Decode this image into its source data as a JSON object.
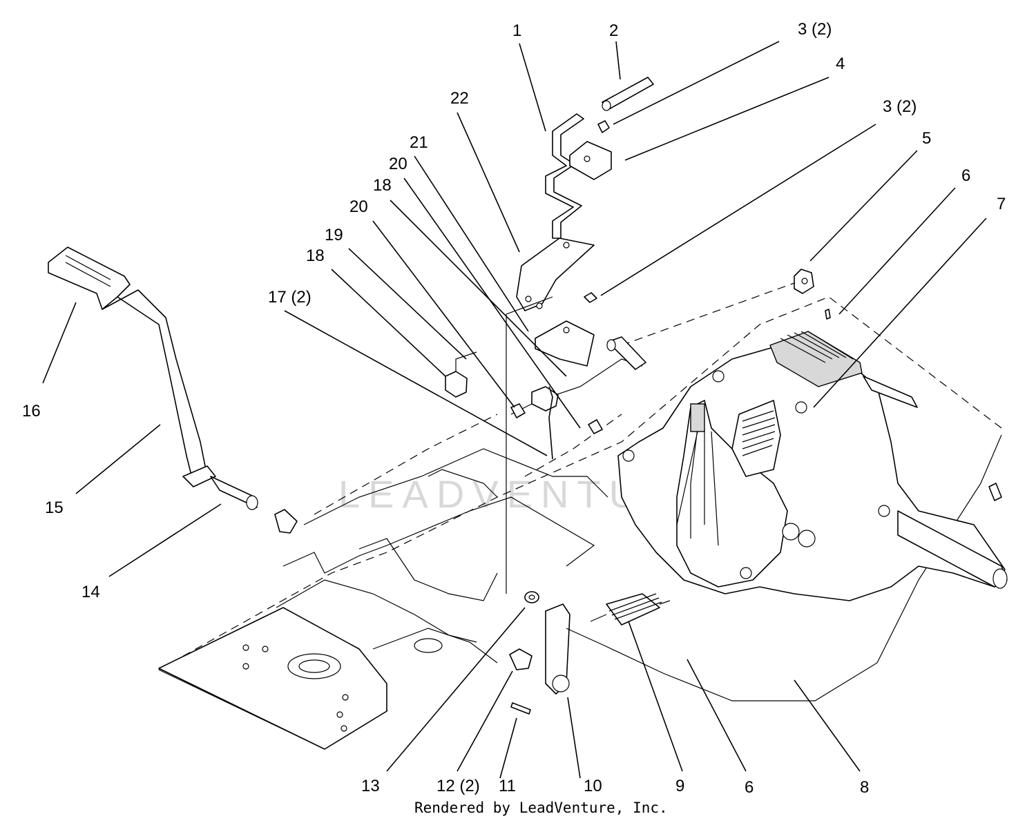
{
  "callouts": {
    "c1": "1",
    "c2": "2",
    "c3a": "3 (2)",
    "c4": "4",
    "c3b": "3 (2)",
    "c5": "5",
    "c6a": "6",
    "c7": "7",
    "c22": "22",
    "c21": "21",
    "c20a": "20",
    "c18a": "18",
    "c20b": "20",
    "c19": "19",
    "c18b": "18",
    "c17": "17 (2)",
    "c16": "16",
    "c15": "15",
    "c14": "14",
    "c13": "13",
    "c12": "12 (2)",
    "c11": "11",
    "c10": "10",
    "c9": "9",
    "c6b": "6",
    "c8": "8"
  },
  "watermark": "LEADVENTURE",
  "footer": {
    "credit": "Rendered by LeadVenture, Inc."
  }
}
